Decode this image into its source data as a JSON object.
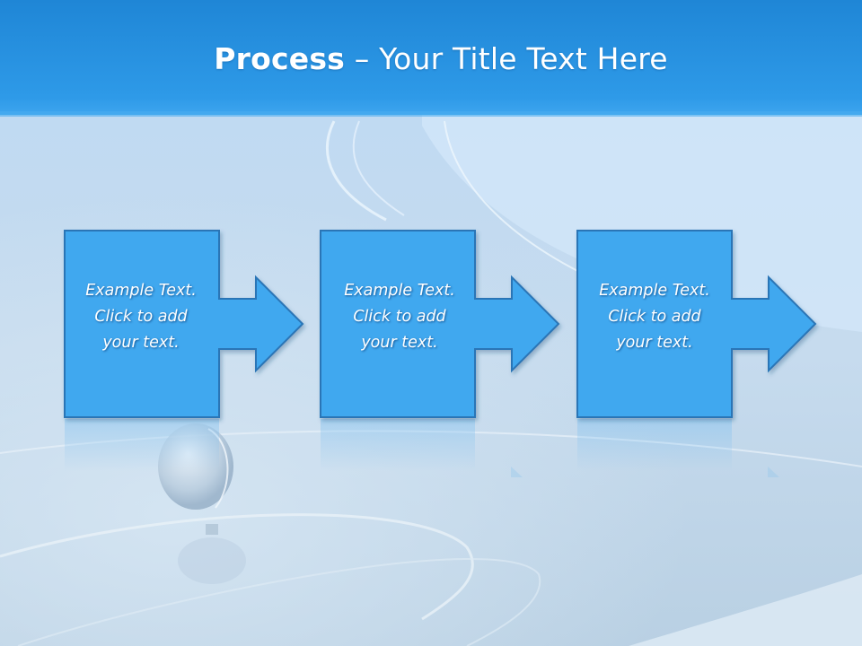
{
  "slide": {
    "title_bold": "Process",
    "title_rest": " – Your Title Text Here"
  },
  "steps": [
    {
      "lines": [
        "Example Text.",
        "Click  to add",
        "your text."
      ]
    },
    {
      "lines": [
        "Example Text.",
        "Click  to add",
        "your text."
      ]
    },
    {
      "lines": [
        "Example Text.",
        "Click  to add",
        "your text."
      ]
    }
  ],
  "colors": {
    "header": "#2f9be6",
    "step_fill": "#41a8ef",
    "step_stroke": "#2a74b6",
    "text": "#ffffff"
  }
}
